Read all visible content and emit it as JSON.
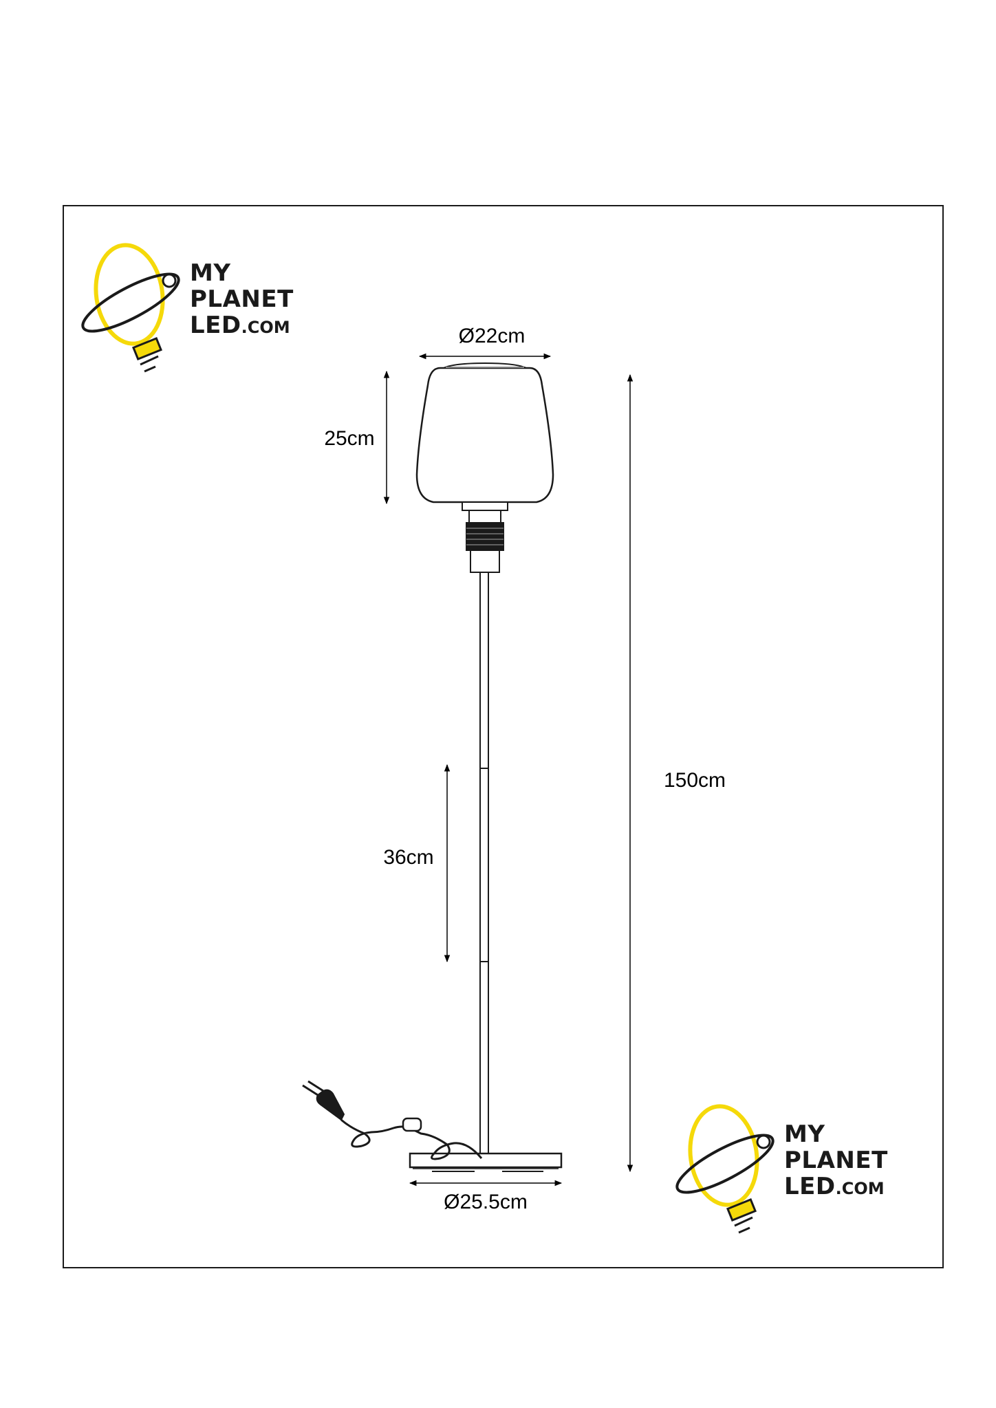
{
  "brand": {
    "line1": "MY",
    "line2": "PLANET",
    "line3_main": "LED",
    "line3_suffix": ".COM",
    "accent_color": "#f5d90a",
    "ink_color": "#1a1a1a",
    "icon": "planet-bulb-logo-icon"
  },
  "dimensions": {
    "shade_diameter": "Ø22cm",
    "shade_height": "25cm",
    "total_height": "150cm",
    "stem_section": "36cm",
    "base_diameter": "Ø25.5cm"
  }
}
